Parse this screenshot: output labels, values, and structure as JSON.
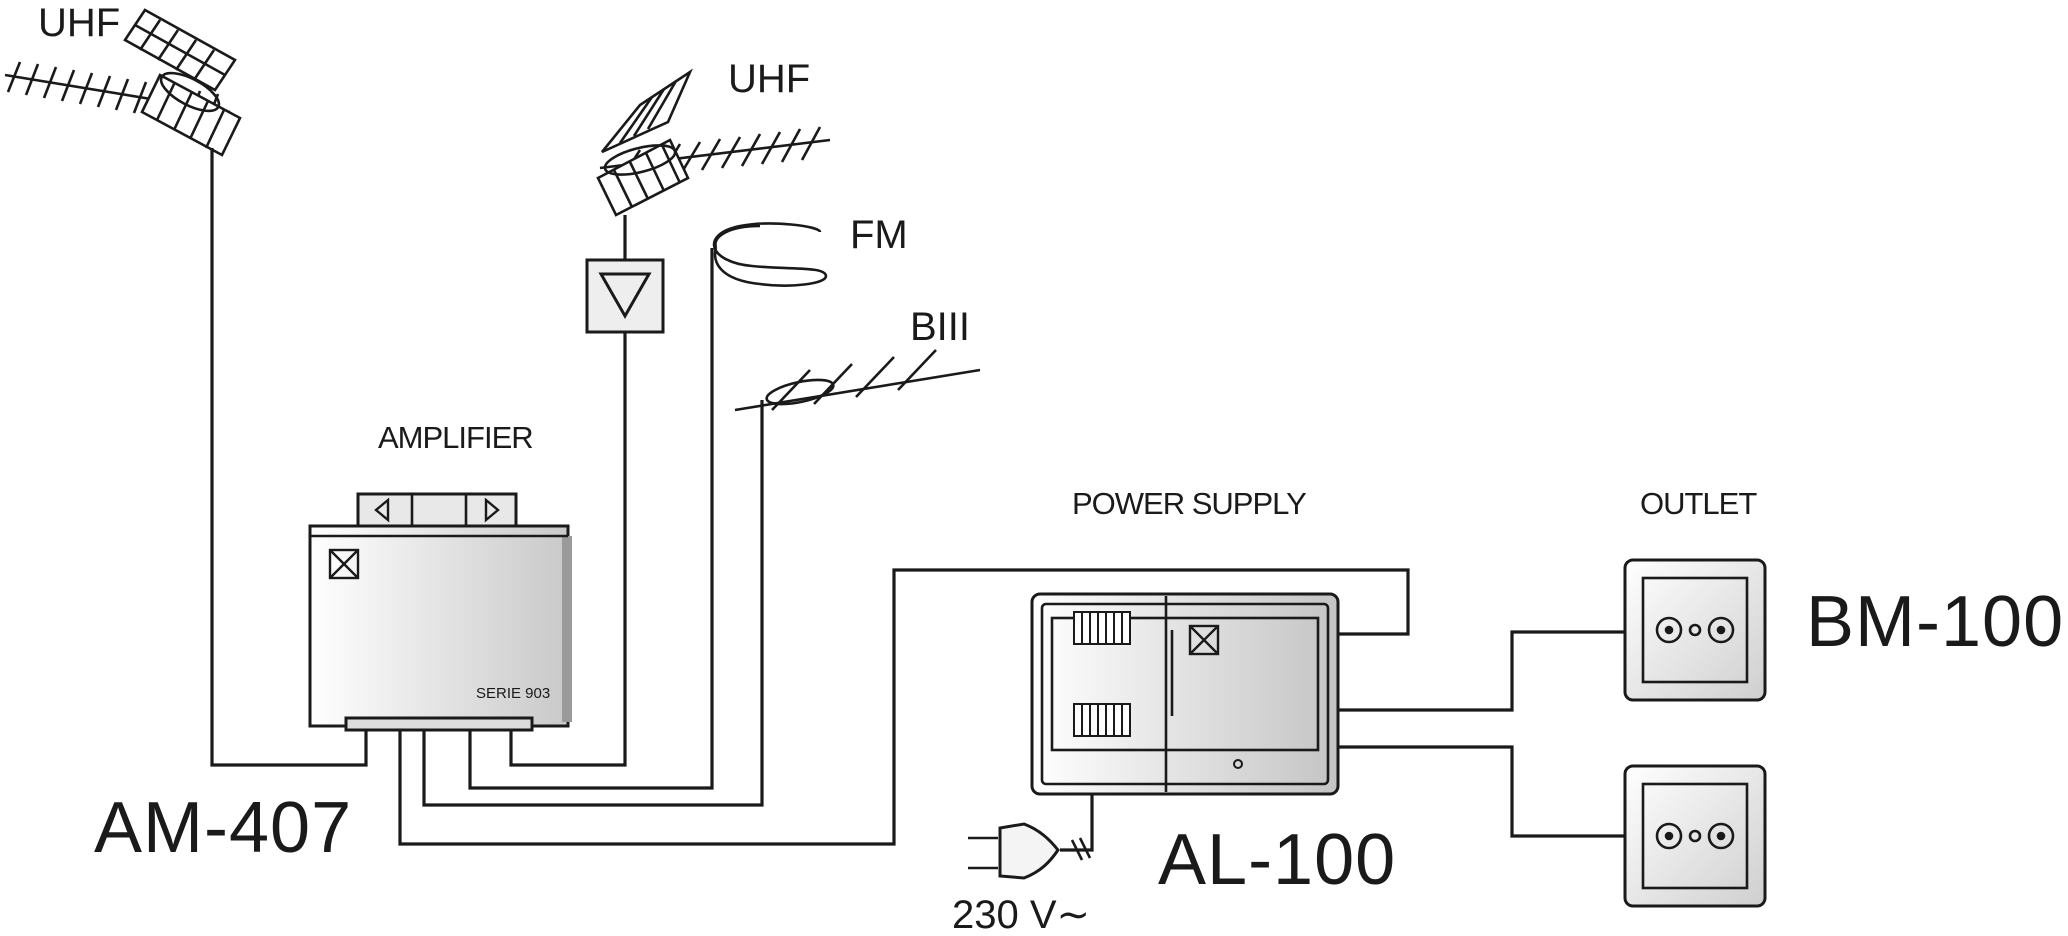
{
  "labels": {
    "uhf_left": "UHF",
    "uhf_right": "UHF",
    "fm": "FM",
    "biii": "BIII",
    "amplifier": "AMPLIFIER",
    "power_supply": "POWER SUPPLY",
    "outlet": "OUTLET",
    "serie": "SERIE 903",
    "am_model": "AM-407",
    "al_model": "AL-100",
    "bm_model": "BM-100",
    "mains": "230  V∼"
  },
  "colors": {
    "line": "#1a1a1a",
    "device_fill_light": "#f4f4f4",
    "device_fill_dark": "#cfcfcf",
    "background": "#ffffff"
  },
  "icons": {
    "mast_amplifier": "triangle-amplifier-icon",
    "brand_logo": "hourglass-logo-icon",
    "coax_socket": "coax-socket-icon",
    "mains_plug": "power-plug-icon"
  }
}
